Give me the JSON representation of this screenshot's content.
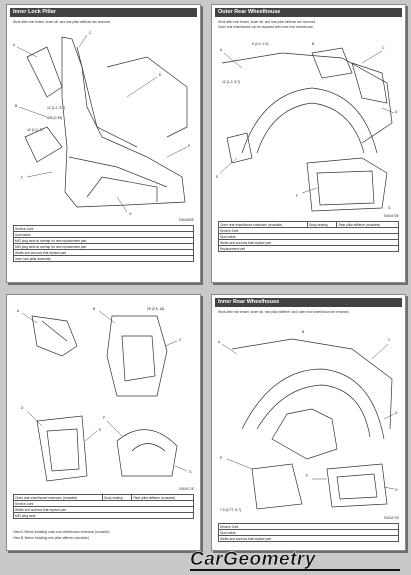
{
  "pages": [
    {
      "title": "Inner Lock Pillar",
      "intro": [
        "Work after rear fender, lower sill, and rear pillar stiffener are removed."
      ],
      "labels": [
        "A",
        "B",
        "C",
        "D",
        "E",
        "F",
        "G",
        "12 (1.2, 8.7)",
        "A/B (0.39)",
        "10 (1.0, 7)"
      ],
      "figure_ref": "SIIA0469E",
      "table_rows": [
        "Service Joint",
        "Spot welds",
        "MIG plug weld at overlap for new replacement part",
        "MIG plug weld at overlap for new replacement part",
        "Welds and anchors that replace part",
        "Inner lock pillar assembly"
      ]
    },
    {
      "title": "Outer Rear Wheelhouse",
      "intro": [
        "Work after rear fender, lower sill, and rear pillar stiffener are removed.",
        "Outer rear wheelhouse can be replaced with inner rear wheelhouse."
      ],
      "labels": [
        "A",
        "B",
        "C",
        "D",
        "E",
        "F",
        "G",
        "12 (1.2, 8.7)",
        "6 (0.4, 1.0)"
      ],
      "figure_ref": "SIIA0470E",
      "table_rows": [
        "Outer rear wheelhouse extension (reusable)",
        "Body sealing",
        "Rear pillar stiffener (reusable)",
        "Service Joint",
        "Spot welds",
        "Welds and anchors that replace part",
        "Replacement part"
      ]
    },
    {
      "title": "",
      "intro": [],
      "labels": [
        "A",
        "B",
        "C",
        "D",
        "E",
        "F",
        "G",
        "25 (2.5, 18)"
      ],
      "figure_ref": "SIIA0471E",
      "table_rows": [
        "Outer rear wheelhouse extension (reusable)",
        "Body sealing",
        "Rear pillar stiffener (reusable)",
        "Service Joint",
        "Welds and anchors that replace part",
        "MIG plug weld",
        "View A: Before installing outer rear wheelhouse extension (reusable)",
        "View B: Before installing rear pillar stiffener (reusable)"
      ]
    },
    {
      "title": "Inner Rear Wheelhouse",
      "intro": [
        "Work after rear fender, lower sill, rear pillar stiffener, and outer rear wheelhouse are removed."
      ],
      "labels": [
        "A",
        "B",
        "C",
        "D",
        "E",
        "F",
        "G",
        "7.5 (0.77, 5.7)"
      ],
      "figure_ref": "SIIA0472E",
      "table_rows": [
        "Service Joint",
        "Spot welds",
        "Welds and anchors that replace part"
      ]
    }
  ],
  "logo_text": "CarGeometry"
}
